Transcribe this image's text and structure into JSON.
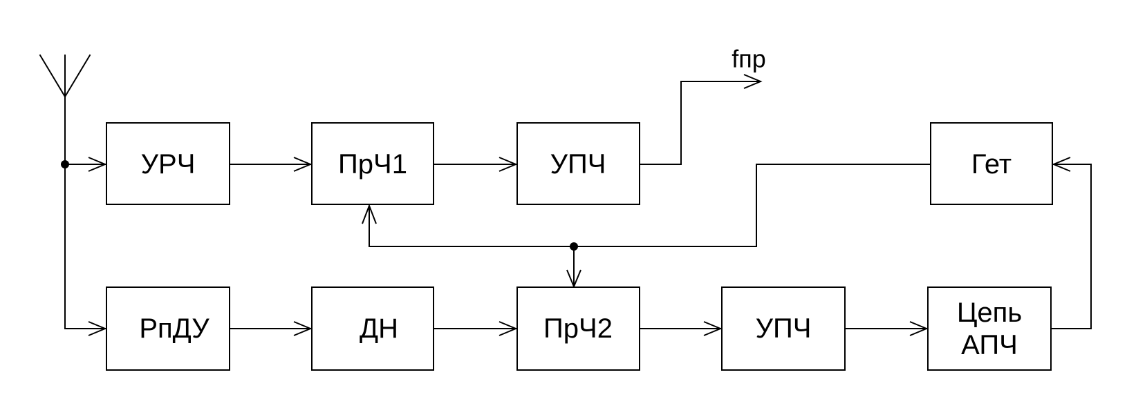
{
  "blocks": {
    "urch": "УРЧ",
    "prch1": "ПрЧ1",
    "upch1": "УПЧ",
    "get": "Гет",
    "rpdu": "РпДУ",
    "dn": "ДН",
    "prch2": "ПрЧ2",
    "upch2": "УПЧ",
    "apch_line1": "Цепь",
    "apch_line2": "АПЧ"
  },
  "output_label": "fпр"
}
